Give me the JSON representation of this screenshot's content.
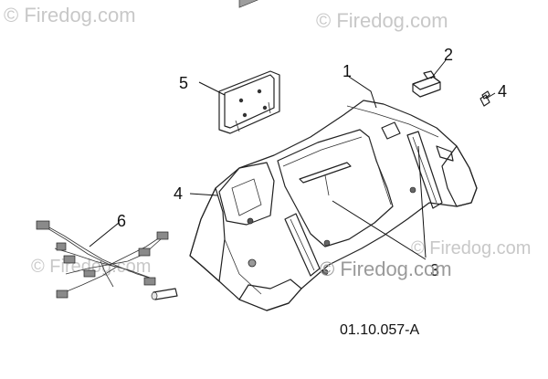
{
  "watermarks": [
    "© Firedog.com",
    "© Firedog.com",
    "© Firedog.com",
    "© Firedog.com"
  ],
  "center_watermark": "© Firedog.com",
  "callouts": [
    "1",
    "2",
    "3",
    "4",
    "4",
    "5",
    "6"
  ],
  "diagram_code": "01.10.057-A"
}
